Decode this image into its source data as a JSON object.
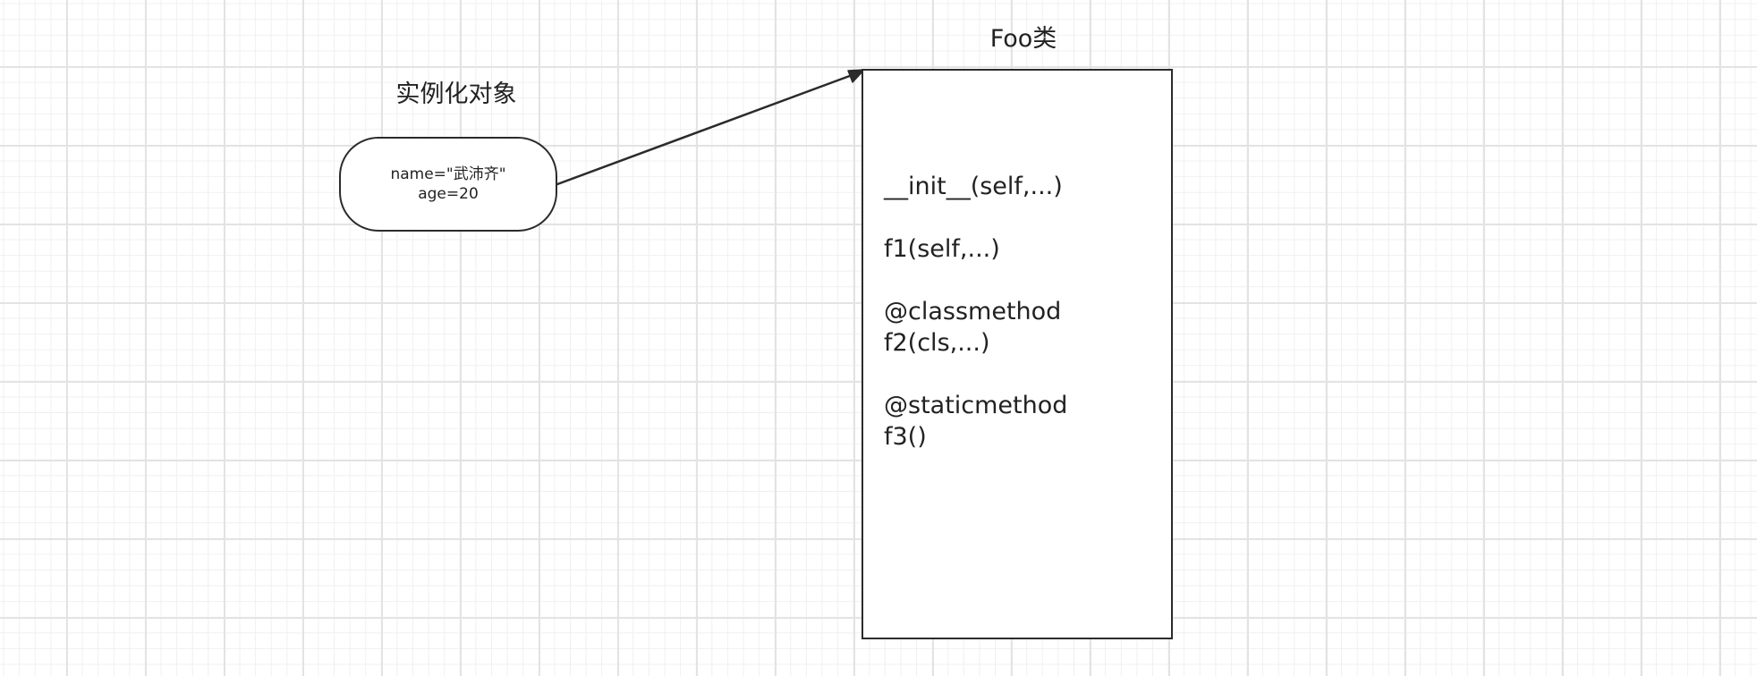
{
  "object": {
    "title": "实例化对象",
    "line1": "name=\"武沛齐\"",
    "line2": "age=20"
  },
  "class": {
    "title": "Foo类",
    "methods": [
      "__init__(self,...)",
      "f1(self,...)",
      "@classmethod",
      "f2(cls,...)",
      "@staticmethod",
      "f3()"
    ]
  },
  "colors": {
    "stroke": "#2b2b2b",
    "grid_major": "#e3e3e3",
    "grid_minor": "#f0f0f0",
    "background": "#ffffff"
  }
}
